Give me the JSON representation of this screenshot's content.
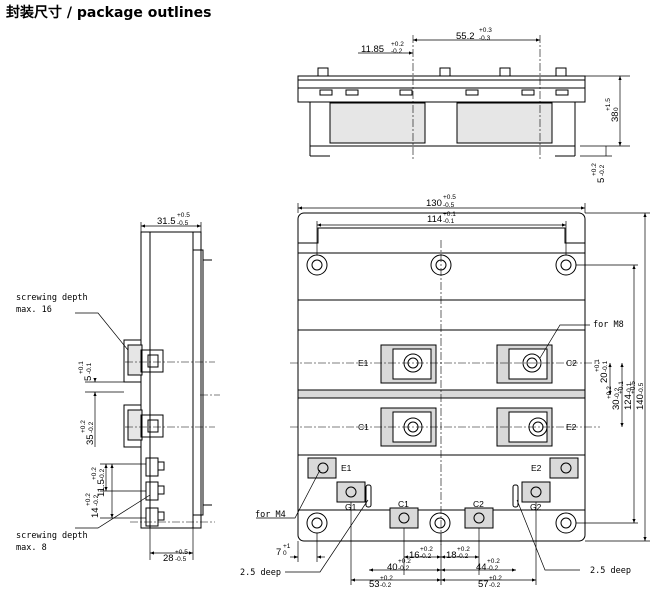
{
  "title": "封装尺寸 / package outlines",
  "colors": {
    "line": "#000000",
    "hatch": "#d9d9d9",
    "background": "#ffffff"
  },
  "dimensions": {
    "top_offset": {
      "value": "11.85",
      "plus": "+0.2",
      "minus": "-0.2"
    },
    "top_pitch": {
      "value": "55.2",
      "plus": "+0.3",
      "minus": "-0.3"
    },
    "height": {
      "value": "38",
      "plus": "+1.5",
      "minus": "0"
    },
    "base_thick": {
      "value": "5",
      "plus": "+0.2",
      "minus": "-0.2"
    },
    "side_width": {
      "value": "31.5",
      "plus": "+0.5",
      "minus": "-0.5"
    },
    "side_gap": {
      "value": "5",
      "plus": "+0.1",
      "minus": "-0.1"
    },
    "side_35": {
      "value": "35",
      "plus": "+0.2",
      "minus": "-0.2"
    },
    "side_115": {
      "value": "11.5",
      "plus": "+0.2",
      "minus": "-0.2"
    },
    "side_14": {
      "value": "14",
      "plus": "+0.2",
      "minus": "-0.2"
    },
    "side_28": {
      "value": "28",
      "plus": "+0.5",
      "minus": "-0.5"
    },
    "overall_w": {
      "value": "130",
      "plus": "+0.5",
      "minus": "-0.5"
    },
    "mount_w": {
      "value": "114",
      "plus": "+0.1",
      "minus": "-0.1"
    },
    "term_20": {
      "value": "20",
      "plus": "+0.1",
      "minus": "-0.1"
    },
    "term_30": {
      "value": "30",
      "plus": "+0.2",
      "minus": "-0.2"
    },
    "mount_h": {
      "value": "124",
      "plus": "+0.1",
      "minus": "-0.1"
    },
    "overall_h": {
      "value": "140",
      "plus": "+0.5",
      "minus": "-0.5"
    },
    "dim_7": {
      "value": "7",
      "plus": "+1",
      "minus": "0"
    },
    "dim_16": {
      "value": "16",
      "plus": "+0.2",
      "minus": "-0.2"
    },
    "dim_18": {
      "value": "18",
      "plus": "+0.2",
      "minus": "-0.2"
    },
    "dim_40": {
      "value": "40",
      "plus": "+0.2",
      "minus": "-0.2"
    },
    "dim_44": {
      "value": "44",
      "plus": "+0.2",
      "minus": "-0.2"
    },
    "dim_53": {
      "value": "53",
      "plus": "+0.2",
      "minus": "-0.2"
    },
    "dim_57": {
      "value": "57",
      "plus": "+0.2",
      "minus": "-0.2"
    }
  },
  "notes": {
    "screw_16_line1": "screwing depth",
    "screw_16_line2": "max. 16",
    "screw_8_line1": "screwing depth",
    "screw_8_line2": "max. 8",
    "for_m8": "for M8",
    "for_m4": "for M4",
    "deep_left": "2.5 deep",
    "deep_right": "2.5 deep"
  },
  "terminals": {
    "e1_main": "E1",
    "c2_main": "C2",
    "c1_main": "C1",
    "e2_main": "E2",
    "e1_aux": "E1",
    "g1": "G1",
    "c1_aux": "C1",
    "c2_aux": "C2",
    "g2": "G2",
    "e2_aux": "E2"
  }
}
